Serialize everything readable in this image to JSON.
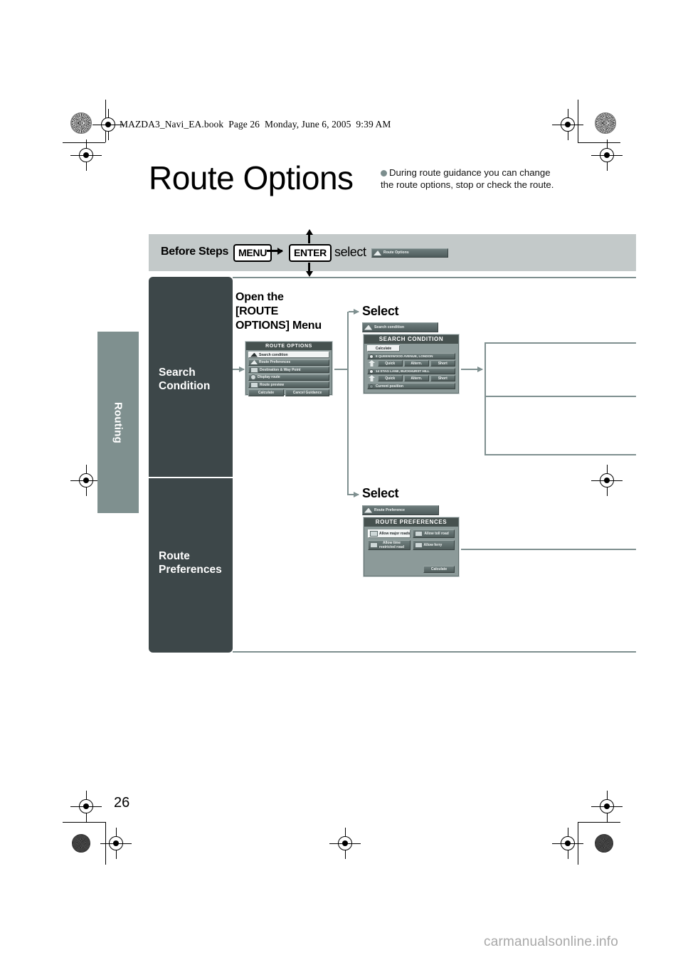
{
  "document": {
    "file_header": "MAZDA3_Navi_EA.book  Page 26  Monday, June 6, 2005  9:39 AM",
    "page_number": "26",
    "watermark": "carmanualsonline.info"
  },
  "title": "Route Options",
  "lead_note": "During route guidance you can change the route options, stop or check the route.",
  "before_steps": {
    "label": "Before Steps",
    "key_menu": "MENU",
    "key_enter": "ENTER",
    "select_word": "select",
    "target_button": "Route Options"
  },
  "side_tab": "Routing",
  "sections": [
    {
      "label": "Search\nCondition",
      "line1": "Search",
      "line2": "Condition"
    },
    {
      "label": "Route Preferences",
      "line1": "Route",
      "line2": "Preferences"
    }
  ],
  "headings": {
    "open_menu": "Open the\n[ROUTE\nOPTIONS] Menu",
    "open_menu_l1": "Open the",
    "open_menu_l2": "[ROUTE",
    "open_menu_l3": "OPTIONS] Menu",
    "select_1": "Select",
    "select_2": "Select"
  },
  "route_options_screen": {
    "title": "ROUTE OPTIONS",
    "items": [
      "Search condition",
      "Route Preferences",
      "Destination & Way Point",
      "Display route",
      "Route preview"
    ],
    "footer_buttons": [
      "Calculate",
      "Cancel Guidance"
    ]
  },
  "search_condition_screen": {
    "tab_label": "Search condition",
    "title": "SEARCH CONDITION",
    "calculate": "Calculate",
    "routes": [
      {
        "address": "8 QUEENSWOOD AVENUE,  LONDON",
        "options": [
          "Quick",
          "Altern.",
          "Short"
        ]
      },
      {
        "address": "14 STAG LANE,  BUCKHURST HILL",
        "options": [
          "Quick",
          "Altern.",
          "Short"
        ]
      }
    ],
    "current_position": "Current position"
  },
  "route_preferences_screen": {
    "tab_label": "Route Preference",
    "title": "ROUTE PREFERENCES",
    "options": [
      "Allow major roads",
      "Allow toll road",
      "Allow time\nrestricted road",
      "Allow ferry"
    ],
    "option_1": "Allow major roads",
    "option_2": "Allow toll road",
    "option_3a": "Allow time",
    "option_3b": "restricted road",
    "option_4": "Allow ferry",
    "calculate": "Calculate"
  },
  "colors": {
    "dark_panel": "#3d4749",
    "side_tab": "#7f908f",
    "steps_bar": "#c3c9c9",
    "rule": "#7e8f8f",
    "screen_bg": "#8c9a99",
    "screen_title": "#46514f",
    "bullet": "#7b8d8d"
  }
}
